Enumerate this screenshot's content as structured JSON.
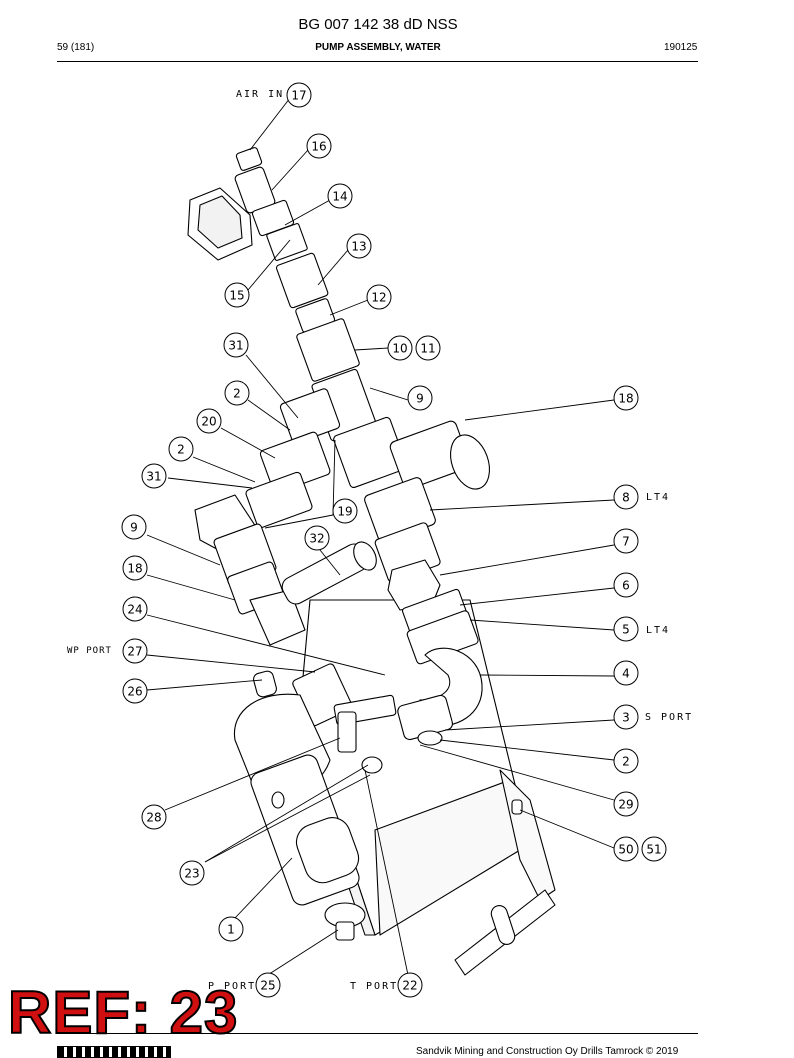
{
  "header": {
    "doc_number": "BG 007 142 38 dD NSS",
    "page": "59 (181)",
    "section_title": "PUMP ASSEMBLY, WATER",
    "date_code": "190125"
  },
  "drawing": {
    "labels": {
      "air_in": "AIR IN",
      "lt4_a": "LT4",
      "lt4_b": "LT4",
      "s_port": "S PORT",
      "wp_port": "WP PORT",
      "p_port": "P PORT",
      "t_port": "T PORT"
    },
    "callouts": [
      "17",
      "16",
      "14",
      "13",
      "15",
      "12",
      "10",
      "11",
      "31",
      "9",
      "18",
      "2",
      "20",
      "2",
      "31",
      "8",
      "19",
      "9",
      "32",
      "7",
      "18",
      "6",
      "24",
      "5",
      "27",
      "4",
      "26",
      "3",
      "2",
      "29",
      "28",
      "50",
      "51",
      "23",
      "1",
      "25",
      "22"
    ]
  },
  "stamp": {
    "text": "REF: 23"
  },
  "footer": {
    "copyright": "Sandvik Mining and Construction Oy Drills Tamrock © 2019"
  },
  "colors": {
    "stamp_fill": "#d01010",
    "stamp_outline": "#000000"
  }
}
